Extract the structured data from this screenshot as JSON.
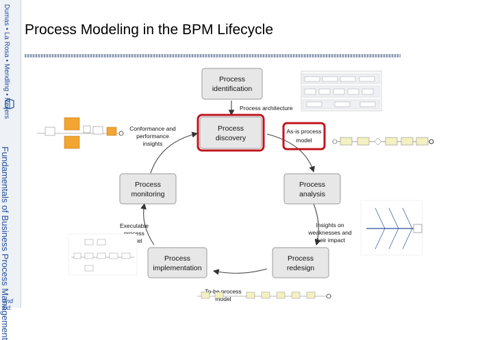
{
  "slide": {
    "title": "Process Modeling in the BPM Lifecycle",
    "sidebar_top": "Dumas • La Rosa • Mendling • Reijers",
    "sidebar_main": "Fundamentals of Business Process Management",
    "edition": "2nd Ed."
  },
  "diagram": {
    "phases": [
      {
        "line1": "Process",
        "line2": "identification"
      },
      {
        "line1": "Process",
        "line2": "discovery"
      },
      {
        "line1": "Process",
        "line2": "analysis"
      },
      {
        "line1": "Process",
        "line2": "redesign"
      },
      {
        "line1": "Process",
        "line2": "implementation"
      },
      {
        "line1": "Process",
        "line2": "monitoring"
      }
    ],
    "labels": {
      "process_architecture": "Process architecture",
      "asis_line1": "As-is process",
      "asis_line2": "model",
      "conformance_1": "Conformance and",
      "conformance_2": "performance",
      "conformance_3": "insights",
      "insights_1": "Insights on",
      "insights_2": "weaknesses and",
      "insights_3": "their impact",
      "tobe_1": "To-be process",
      "tobe_2": "model",
      "exec_1": "Executable",
      "exec_2": "process",
      "exec_3": "model"
    },
    "highlight_color": "#c0141c",
    "box_fill": "#e7e7e7",
    "box_stroke": "#9a9a9a"
  }
}
